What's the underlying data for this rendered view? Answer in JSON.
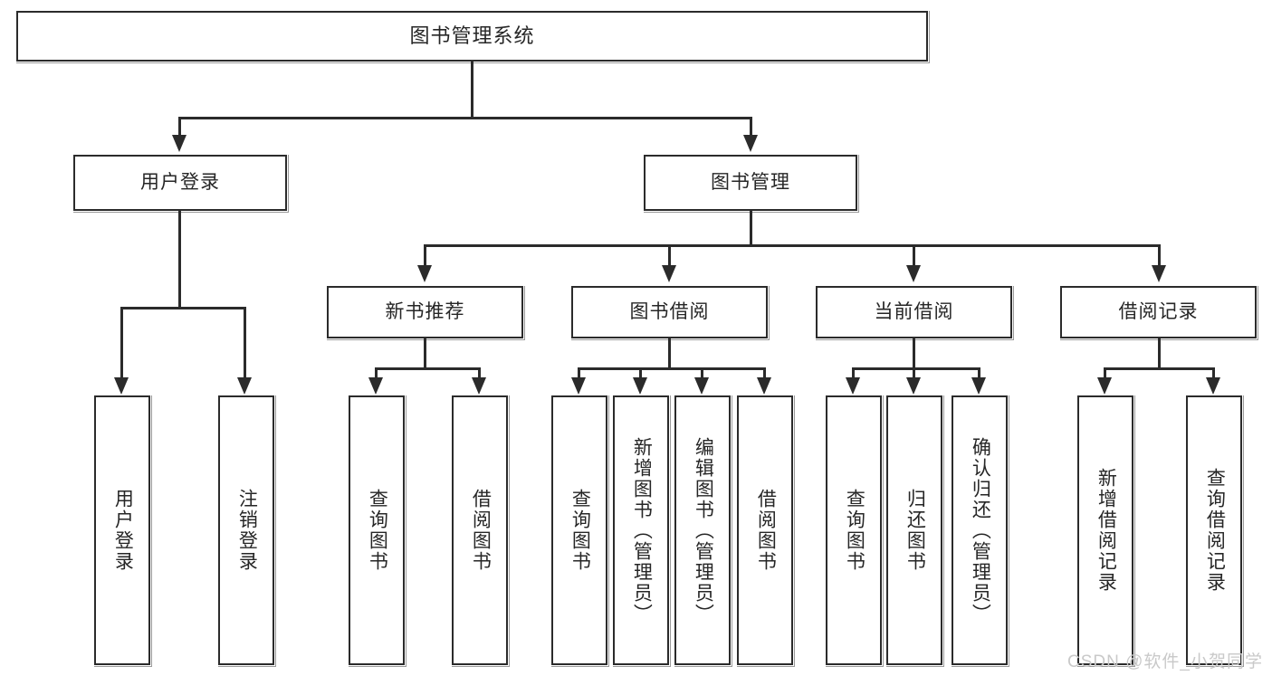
{
  "diagram": {
    "title": "图书管理系统",
    "type": "hierarchy-tree",
    "root": {
      "id": "root",
      "label": "图书管理系统"
    },
    "level2": [
      {
        "id": "user-login",
        "label": "用户登录"
      },
      {
        "id": "book-manage",
        "label": "图书管理"
      }
    ],
    "level3": [
      {
        "id": "new-book-recommend",
        "label": "新书推荐",
        "parent": "book-manage"
      },
      {
        "id": "book-borrow",
        "label": "图书借阅",
        "parent": "book-manage"
      },
      {
        "id": "current-borrow",
        "label": "当前借阅",
        "parent": "book-manage"
      },
      {
        "id": "borrow-record",
        "label": "借阅记录",
        "parent": "book-manage"
      }
    ],
    "leaves": {
      "user-login": [
        {
          "id": "leaf-user-login",
          "label": "用户登录"
        },
        {
          "id": "leaf-user-logout",
          "label": "注销登录"
        }
      ],
      "new-book-recommend": [
        {
          "id": "leaf-query-book-1",
          "label": "查询图书"
        },
        {
          "id": "leaf-borrow-book-1",
          "label": "借阅图书"
        }
      ],
      "book-borrow": [
        {
          "id": "leaf-query-book-2",
          "label": "查询图书"
        },
        {
          "id": "leaf-add-book",
          "label": "新增图书（管理员）"
        },
        {
          "id": "leaf-edit-book",
          "label": "编辑图书（管理员）"
        },
        {
          "id": "leaf-borrow-book-2",
          "label": "借阅图书"
        }
      ],
      "current-borrow": [
        {
          "id": "leaf-query-book-3",
          "label": "查询图书"
        },
        {
          "id": "leaf-return-book",
          "label": "归还图书"
        },
        {
          "id": "leaf-confirm-return",
          "label": "确认归还（管理员）"
        }
      ],
      "borrow-record": [
        {
          "id": "leaf-add-record",
          "label": "新增借阅记录"
        },
        {
          "id": "leaf-query-record",
          "label": "查询借阅记录"
        }
      ]
    },
    "colors": {
      "line": "#2b2b2b",
      "box_fill": "#ffffff",
      "box_border": "#2b2b2b",
      "text": "#262626",
      "watermark": "#c9c9c9"
    }
  },
  "watermark": {
    "text": "CSDN @软件_小贺同学"
  }
}
